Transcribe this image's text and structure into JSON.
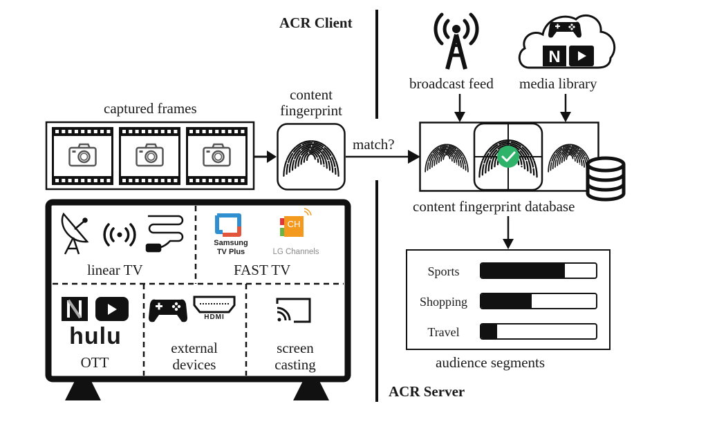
{
  "sections": {
    "client_title": "ACR Client",
    "server_title": "ACR Server"
  },
  "client": {
    "captured_frames_label": "captured frames",
    "frame_count": 3,
    "fingerprint_label_line1": "content",
    "fingerprint_label_line2": "fingerprint",
    "match_label": "match?",
    "tv_sources": {
      "linear_tv": {
        "label": "linear TV",
        "icons": [
          "satellite-dish-icon",
          "broadcast-signal-icon",
          "cable-icon"
        ]
      },
      "fast_tv": {
        "label": "FAST TV",
        "samsung_line1": "Samsung",
        "samsung_line2": "TV Plus",
        "lg_label": "LG Channels",
        "lg_badge": "CH"
      },
      "ott": {
        "label": "OTT",
        "netflix_letter": "N",
        "hulu_text": "hulu"
      },
      "external_devices": {
        "label_line1": "external",
        "label_line2": "devices",
        "hdmi_text": "HDMI"
      },
      "screen_casting": {
        "label_line1": "screen",
        "label_line2": "casting"
      }
    }
  },
  "server": {
    "broadcast_feed_label": "broadcast feed",
    "media_library_label": "media library",
    "media_library_netflix_letter": "N",
    "database_label": "content fingerprint database",
    "audience_label": "audience segments",
    "segments": [
      {
        "name": "Sports",
        "fill": 0.73
      },
      {
        "name": "Shopping",
        "fill": 0.44
      },
      {
        "name": "Travel",
        "fill": 0.14
      }
    ]
  },
  "colors": {
    "ink": "#111111",
    "camera_gray": "#555555",
    "match_green": "#2fb36b",
    "samsung_blue": "#2f8fd0",
    "samsung_red": "#e2563b",
    "lg_orange": "#f39a1e",
    "lg_red": "#e2373a",
    "lg_green": "#6ab445",
    "lg_text_gray": "#8a8a8a"
  }
}
